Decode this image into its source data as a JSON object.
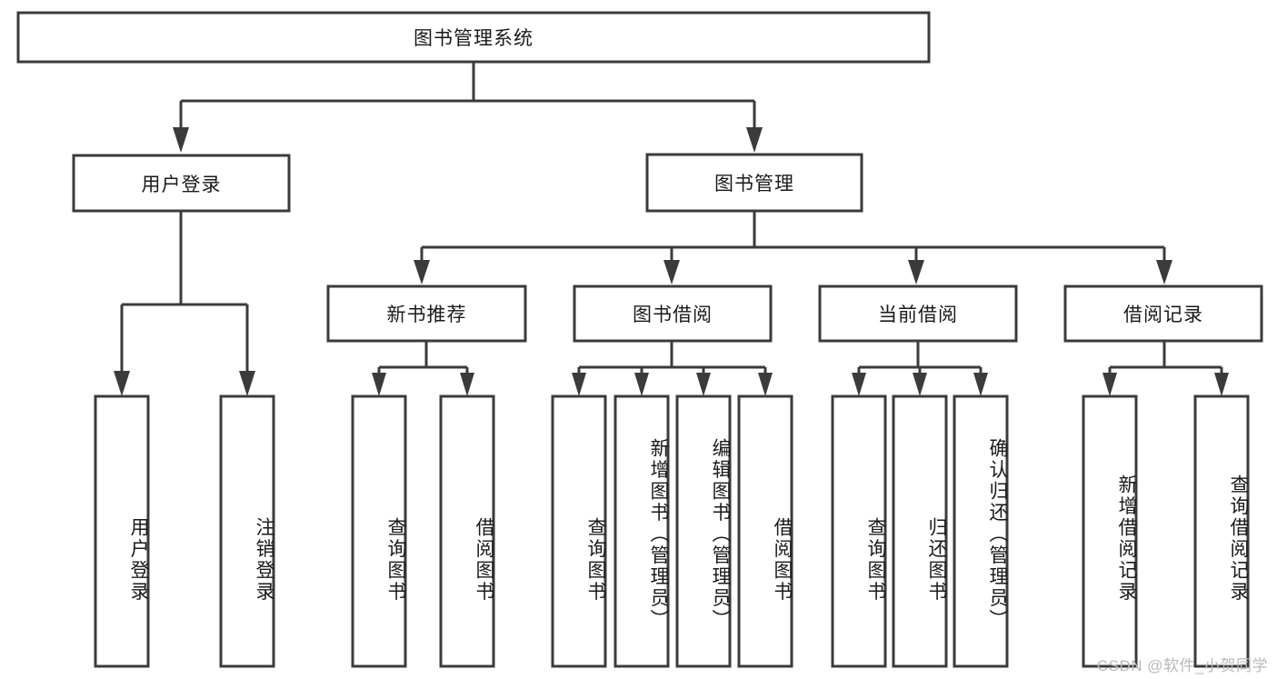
{
  "diagram": {
    "type": "tree-hierarchy",
    "title": "图书管理系统",
    "watermark": "CSDN @软件_小贺同学",
    "colors": {
      "stroke": "#3b3b3b",
      "fill": "#ffffff",
      "text": "#1a1a1a",
      "watermark": "#b9b9b9",
      "background": "#ffffff"
    },
    "levels": {
      "root": {
        "label": "图书管理系统"
      },
      "level2": [
        {
          "label": "用户登录"
        },
        {
          "label": "图书管理"
        }
      ],
      "level3": [
        {
          "label": "新书推荐"
        },
        {
          "label": "图书借阅"
        },
        {
          "label": "当前借阅"
        },
        {
          "label": "借阅记录"
        }
      ]
    },
    "leaves": {
      "user_login": [
        {
          "label": "用户登录"
        },
        {
          "label": "注销登录"
        }
      ],
      "new_book": [
        {
          "label": "查询图书"
        },
        {
          "label": "借阅图书"
        }
      ],
      "book_borrow": [
        {
          "label": "查询图书"
        },
        {
          "label": "新增图书（管理员）"
        },
        {
          "label": "编辑图书（管理员）"
        },
        {
          "label": "借阅图书"
        }
      ],
      "current_borrow": [
        {
          "label": "查询图书"
        },
        {
          "label": "归还图书"
        },
        {
          "label": "确认归还（管理员）"
        }
      ],
      "borrow_record": [
        {
          "label": "新增借阅记录"
        },
        {
          "label": "查询借阅记录"
        }
      ]
    }
  }
}
